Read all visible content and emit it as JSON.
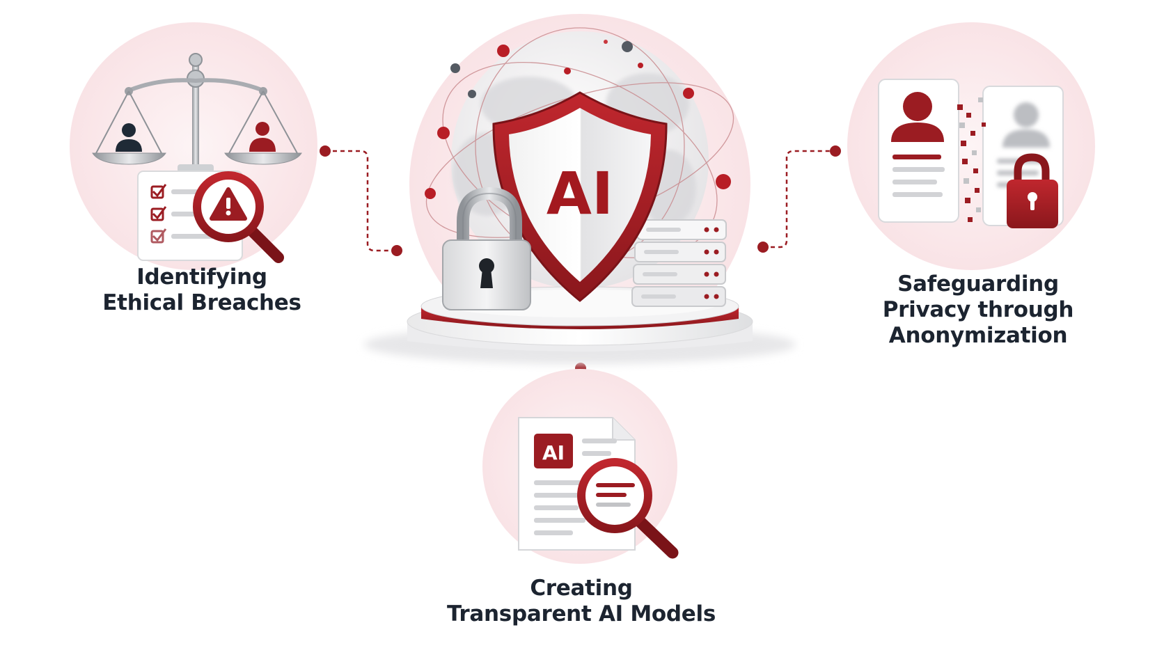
{
  "colors": {
    "accent": "#9b1c22",
    "accent_dark": "#7a1318",
    "accent_light": "#c9383e",
    "text": "#1c2430",
    "halo": "#fbeef0",
    "metal": "#b9bcc1"
  },
  "center": {
    "shield_text": "AI",
    "icons": [
      "globe-icon",
      "shield-icon",
      "padlock-icon",
      "server-stack-icon",
      "pedestal"
    ]
  },
  "nodes": [
    {
      "id": "left",
      "label_lines": [
        "Identifying",
        "Ethical Breaches"
      ],
      "icons": [
        "scales-icon",
        "checklist-icon",
        "magnifier-warning-icon"
      ]
    },
    {
      "id": "right",
      "label_lines": [
        "Safeguarding",
        "Privacy through",
        "Anonymization"
      ],
      "icons": [
        "profile-card-icon",
        "blurred-profile-card-icon",
        "padlock-icon"
      ]
    },
    {
      "id": "bottom",
      "label_lines": [
        "Creating",
        "Transparent AI Models"
      ],
      "icons": [
        "ai-document-icon",
        "magnifier-icon"
      ],
      "doc_badge": "AI"
    }
  ]
}
